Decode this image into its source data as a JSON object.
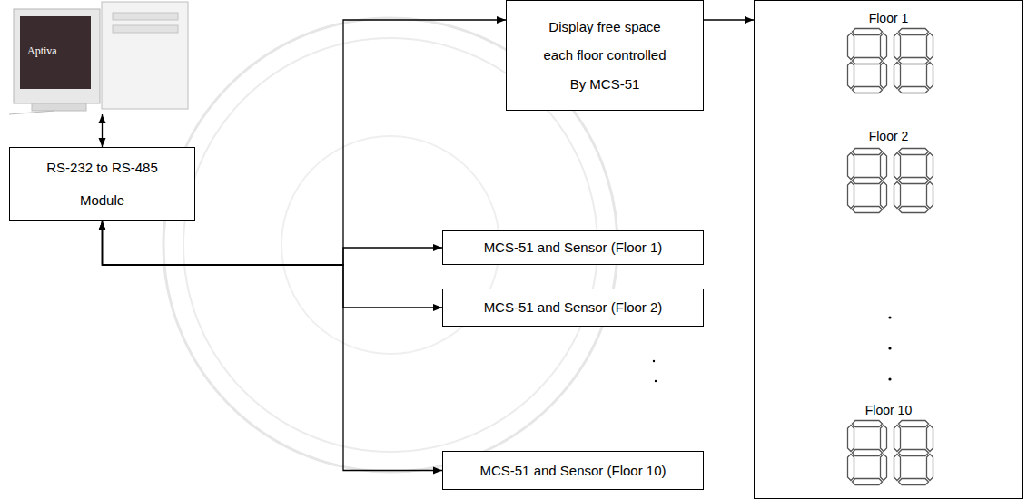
{
  "diagram": {
    "nodes": [
      {
        "text": [
          "Aptiva"
        ]
      },
      {
        "text": [
          "RS-232 to RS-485 Module"
        ]
      },
      {
        "text": [
          "Display free space each floor controlled By MCS-51"
        ]
      },
      {
        "text": [
          "MCS-51 and Sensor (Floor 1)"
        ]
      },
      {
        "text": [
          "MCS-51 and Sensor (Floor 2)"
        ]
      },
      {
        "text": [
          "MCS-51 and Sensor (Floor 10)"
        ]
      },
      {
        "text": [
          "Floor 1",
          "Floor 2",
          "Floor 10"
        ]
      }
    ],
    "edges": [
      {
        "from": 0,
        "to": 1,
        "arrow": "both"
      },
      {
        "from": 1,
        "to": 2,
        "arrow": "both"
      },
      {
        "from": 1,
        "to": 3,
        "arrow": "both"
      },
      {
        "from": 1,
        "to": 4,
        "arrow": "both"
      },
      {
        "from": 1,
        "to": 5,
        "arrow": "both"
      },
      {
        "from": 2,
        "to": 6,
        "arrow": "to"
      }
    ]
  }
}
